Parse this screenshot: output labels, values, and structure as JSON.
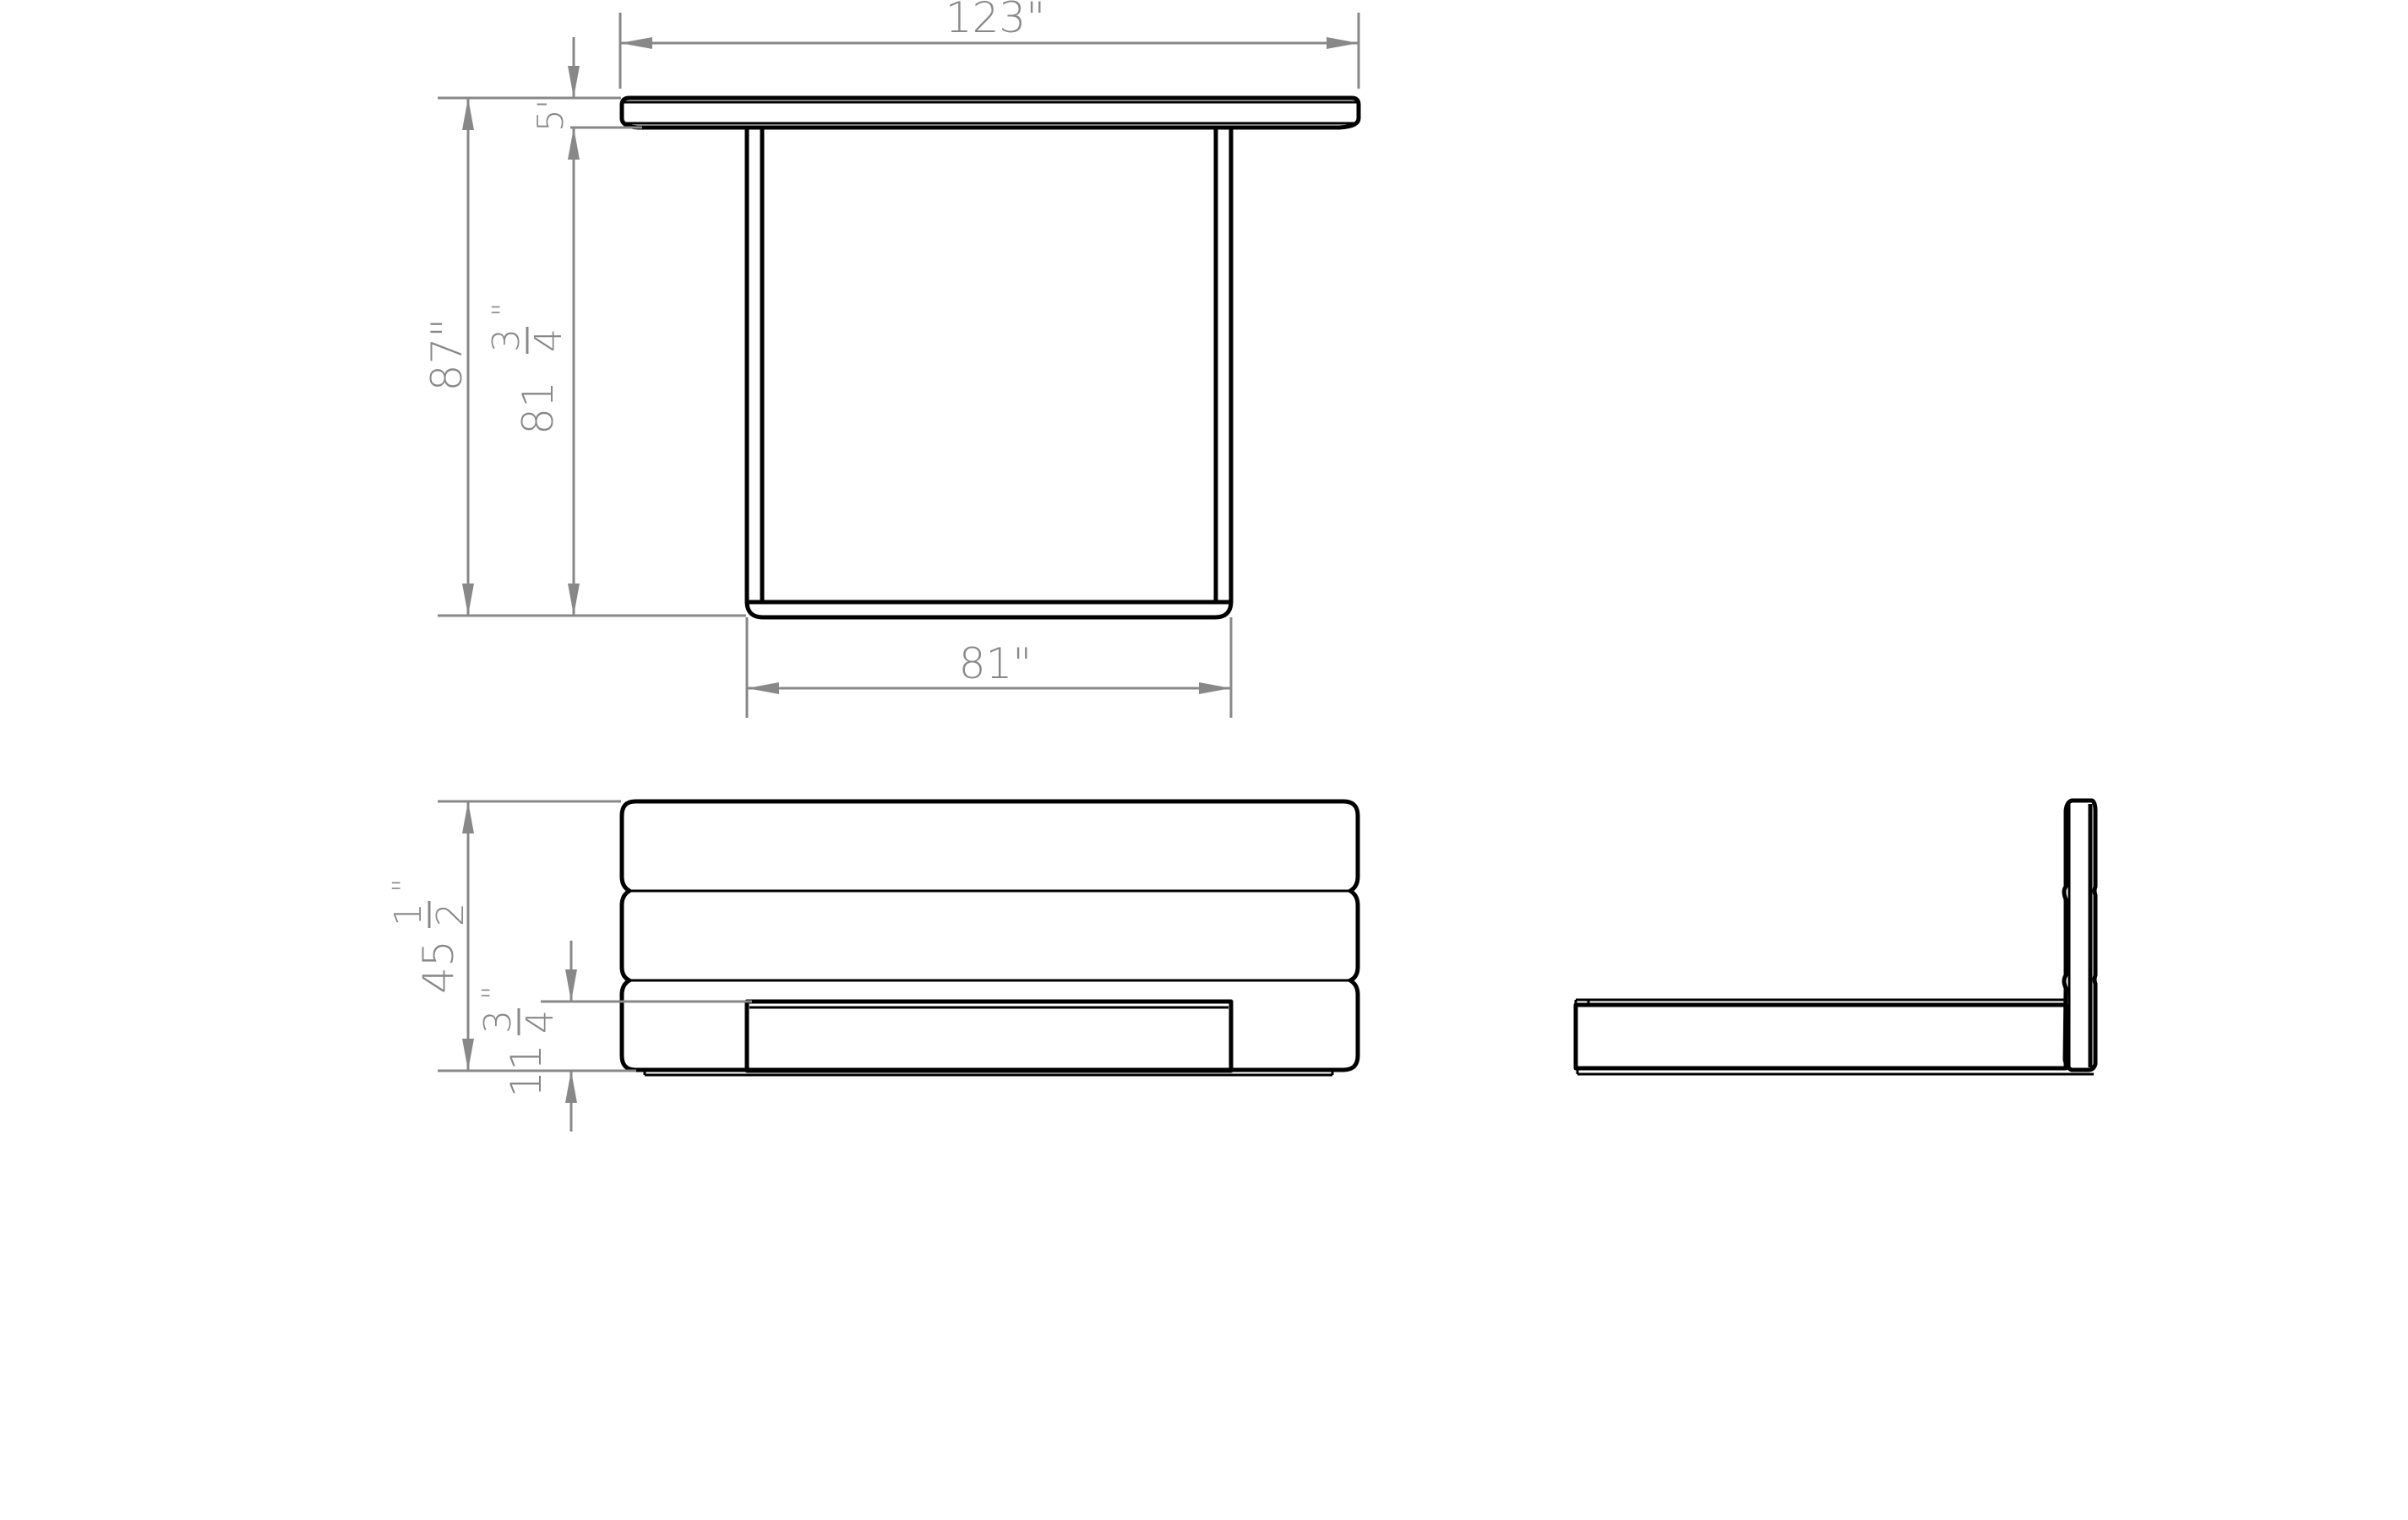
{
  "drawing": {
    "title": "Bed dimension drawing",
    "line_color": "#000000",
    "dimension_color": "#888888",
    "views": {
      "top_view": {
        "overall_width": {
          "value": "123\""
        },
        "frame_width": {
          "value": "81\""
        },
        "overall_length": {
          "value": "87\""
        },
        "frame_length": {
          "whole": "81",
          "num": "3",
          "den": "4",
          "unit": "\""
        },
        "headboard_depth": {
          "value": "5\""
        }
      },
      "front_elevation": {
        "overall_height": {
          "whole": "45",
          "num": "1",
          "den": "2",
          "unit": "\""
        },
        "frame_height": {
          "whole": "11",
          "num": "3",
          "den": "4",
          "unit": "\""
        },
        "headboard_panels": 3
      },
      "side_elevation": {
        "headboard_panels": 3
      }
    }
  }
}
